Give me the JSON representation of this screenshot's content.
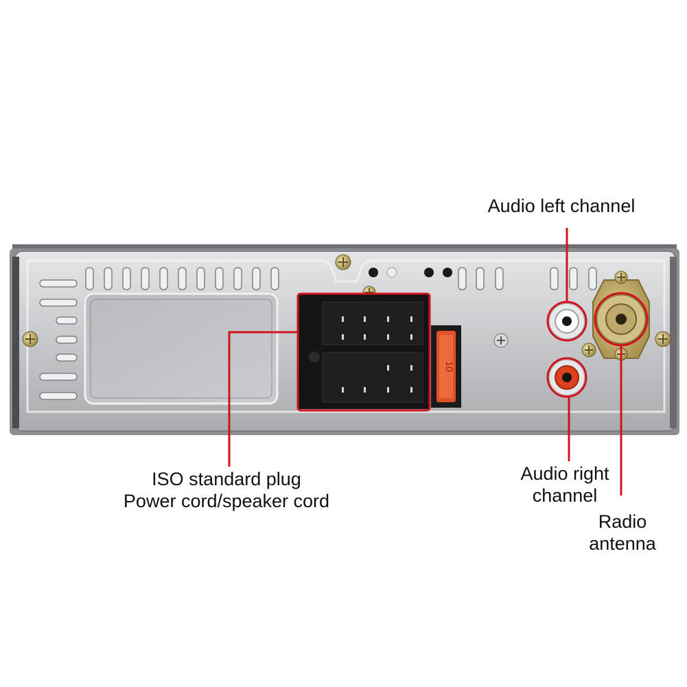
{
  "labels": {
    "audio_left": "Audio left channel",
    "iso_plug_line1": "ISO standard plug",
    "iso_plug_line2": "Power cord/speaker cord",
    "audio_right_line1": "Audio right",
    "audio_right_line2": "channel",
    "radio_line1": "Radio",
    "radio_line2": "antenna"
  },
  "fuse_marking": "10",
  "colors": {
    "callout": "#d0141c",
    "panel": "#c9cbce",
    "rca_left_ring": "#ffffff",
    "rca_right_ring": "#e0401c",
    "antenna": "#c9b27a"
  }
}
